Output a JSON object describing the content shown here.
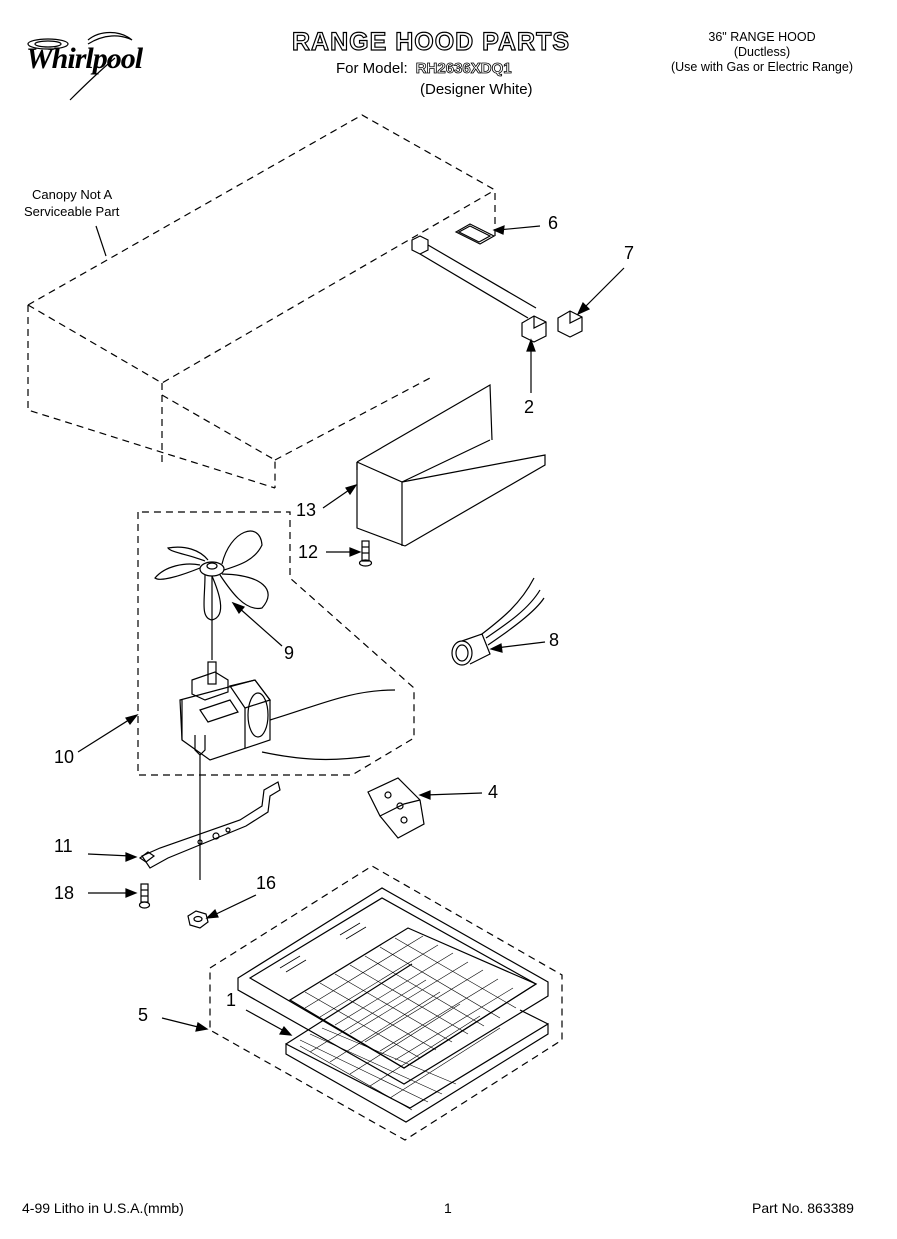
{
  "brand": {
    "name": "Whirlpool"
  },
  "header": {
    "title": "RANGE HOOD PARTS",
    "model_label": "For Model:",
    "model_number": "RH2636XDQ1",
    "variant": "(Designer White)",
    "right_line1": "36\" RANGE HOOD",
    "right_line2": "(Ductless)",
    "right_line3": "(Use with Gas or Electric Range)"
  },
  "note": {
    "line1": "Canopy Not A",
    "line2": "Serviceable Part"
  },
  "callouts": {
    "c1": "1",
    "c2": "2",
    "c4": "4",
    "c5": "5",
    "c6": "6",
    "c7": "7",
    "c8": "8",
    "c9": "9",
    "c10": "10",
    "c11": "11",
    "c12": "12",
    "c13": "13",
    "c16": "16",
    "c18": "18"
  },
  "footer": {
    "litho": "4-99 Litho in U.S.A.(mmb)",
    "page": "1",
    "part_no": "Part No. 863389"
  }
}
